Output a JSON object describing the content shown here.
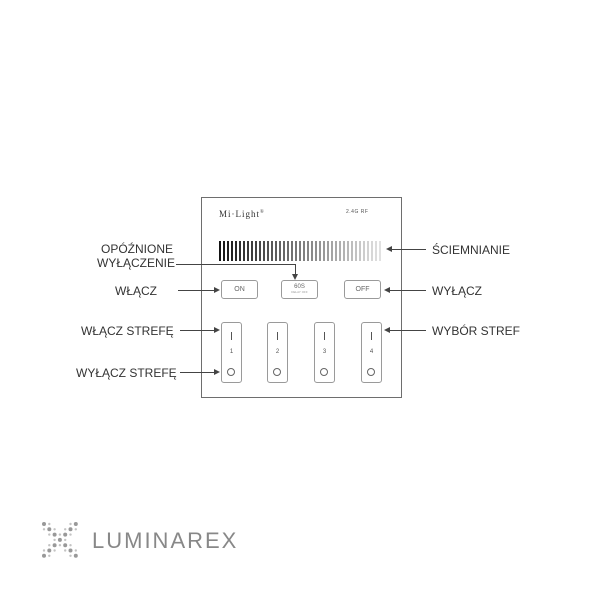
{
  "panel": {
    "brand": "Mi·Light",
    "brand_mark": "®",
    "signal": "2.4G RF",
    "buttons": {
      "on": "ON",
      "delay": "60S",
      "delay_sub": "DELAY OFF",
      "off": "OFF"
    },
    "zones": [
      "1",
      "2",
      "3",
      "4"
    ]
  },
  "labels": {
    "delayed_off_1": "OPÓŹNIONE",
    "delayed_off_2": "WYŁĄCZENIE",
    "turn_on": "WŁĄCZ",
    "zone_on": "WŁĄCZ STREFĘ",
    "zone_off": "WYŁĄCZ STREFĘ",
    "dimming": "ŚCIEMNIANIE",
    "turn_off": "WYŁĄCZ",
    "zone_select": "WYBÓR STREF"
  },
  "logo": {
    "text": "LUMINAREX",
    "icon": "diamond-dots-icon"
  },
  "colors": {
    "line": "#444444",
    "panel_border": "#6e6e6e",
    "logo_gray": "#888888"
  }
}
